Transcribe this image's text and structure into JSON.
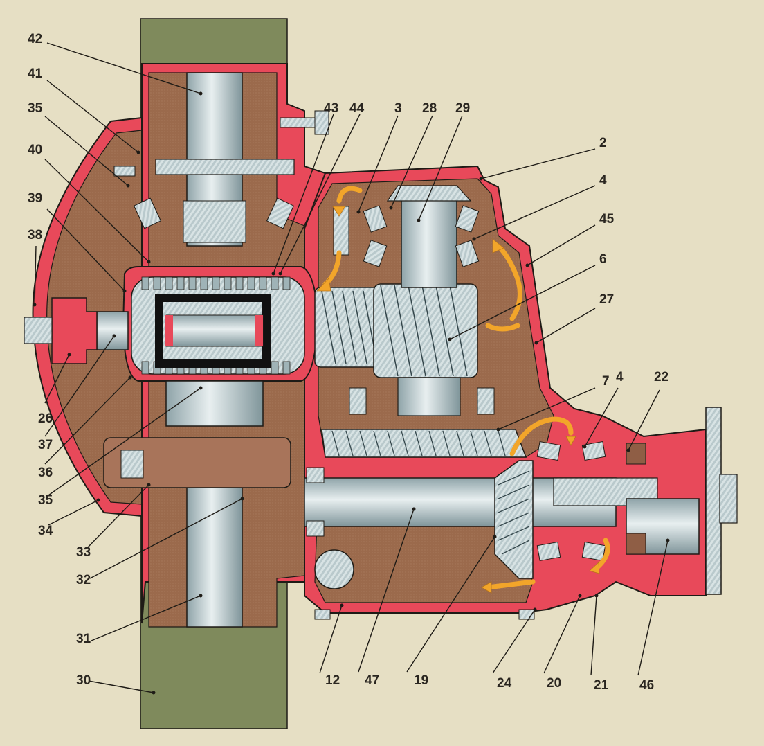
{
  "diagram": {
    "subject": "Cutaway of drive axle differential and final drive with tapered roller bearings, helical gears and lubrication flow arrows",
    "colors": {
      "background": "#e6dfc4",
      "housing_section": "#e8495a",
      "cavity": "#9b6a4c",
      "steel_parts": "#b9c9cc",
      "axle_tube": "#7f8a5c",
      "oil_flow_arrows": "#f2a52a",
      "outline": "#1e1b16"
    },
    "callouts": [
      {
        "id": "c42",
        "label": "42"
      },
      {
        "id": "c41",
        "label": "41"
      },
      {
        "id": "c35a",
        "label": "35"
      },
      {
        "id": "c40",
        "label": "40"
      },
      {
        "id": "c39",
        "label": "39"
      },
      {
        "id": "c38",
        "label": "38"
      },
      {
        "id": "c43",
        "label": "43"
      },
      {
        "id": "c44",
        "label": "44"
      },
      {
        "id": "c3",
        "label": "3"
      },
      {
        "id": "c28",
        "label": "28"
      },
      {
        "id": "c29",
        "label": "29"
      },
      {
        "id": "c2",
        "label": "2"
      },
      {
        "id": "c4a",
        "label": "4"
      },
      {
        "id": "c45",
        "label": "45"
      },
      {
        "id": "c6",
        "label": "6"
      },
      {
        "id": "c27",
        "label": "27"
      },
      {
        "id": "c7",
        "label": "7"
      },
      {
        "id": "c4b",
        "label": "4"
      },
      {
        "id": "c22",
        "label": "22"
      },
      {
        "id": "c26",
        "label": "26"
      },
      {
        "id": "c37",
        "label": "37"
      },
      {
        "id": "c36",
        "label": "36"
      },
      {
        "id": "c35b",
        "label": "35"
      },
      {
        "id": "c34",
        "label": "34"
      },
      {
        "id": "c33",
        "label": "33"
      },
      {
        "id": "c32",
        "label": "32"
      },
      {
        "id": "c31",
        "label": "31"
      },
      {
        "id": "c30",
        "label": "30"
      },
      {
        "id": "c12",
        "label": "12"
      },
      {
        "id": "c47",
        "label": "47"
      },
      {
        "id": "c19",
        "label": "19"
      },
      {
        "id": "c24",
        "label": "24"
      },
      {
        "id": "c20",
        "label": "20"
      },
      {
        "id": "c21",
        "label": "21"
      },
      {
        "id": "c46",
        "label": "46"
      }
    ]
  }
}
